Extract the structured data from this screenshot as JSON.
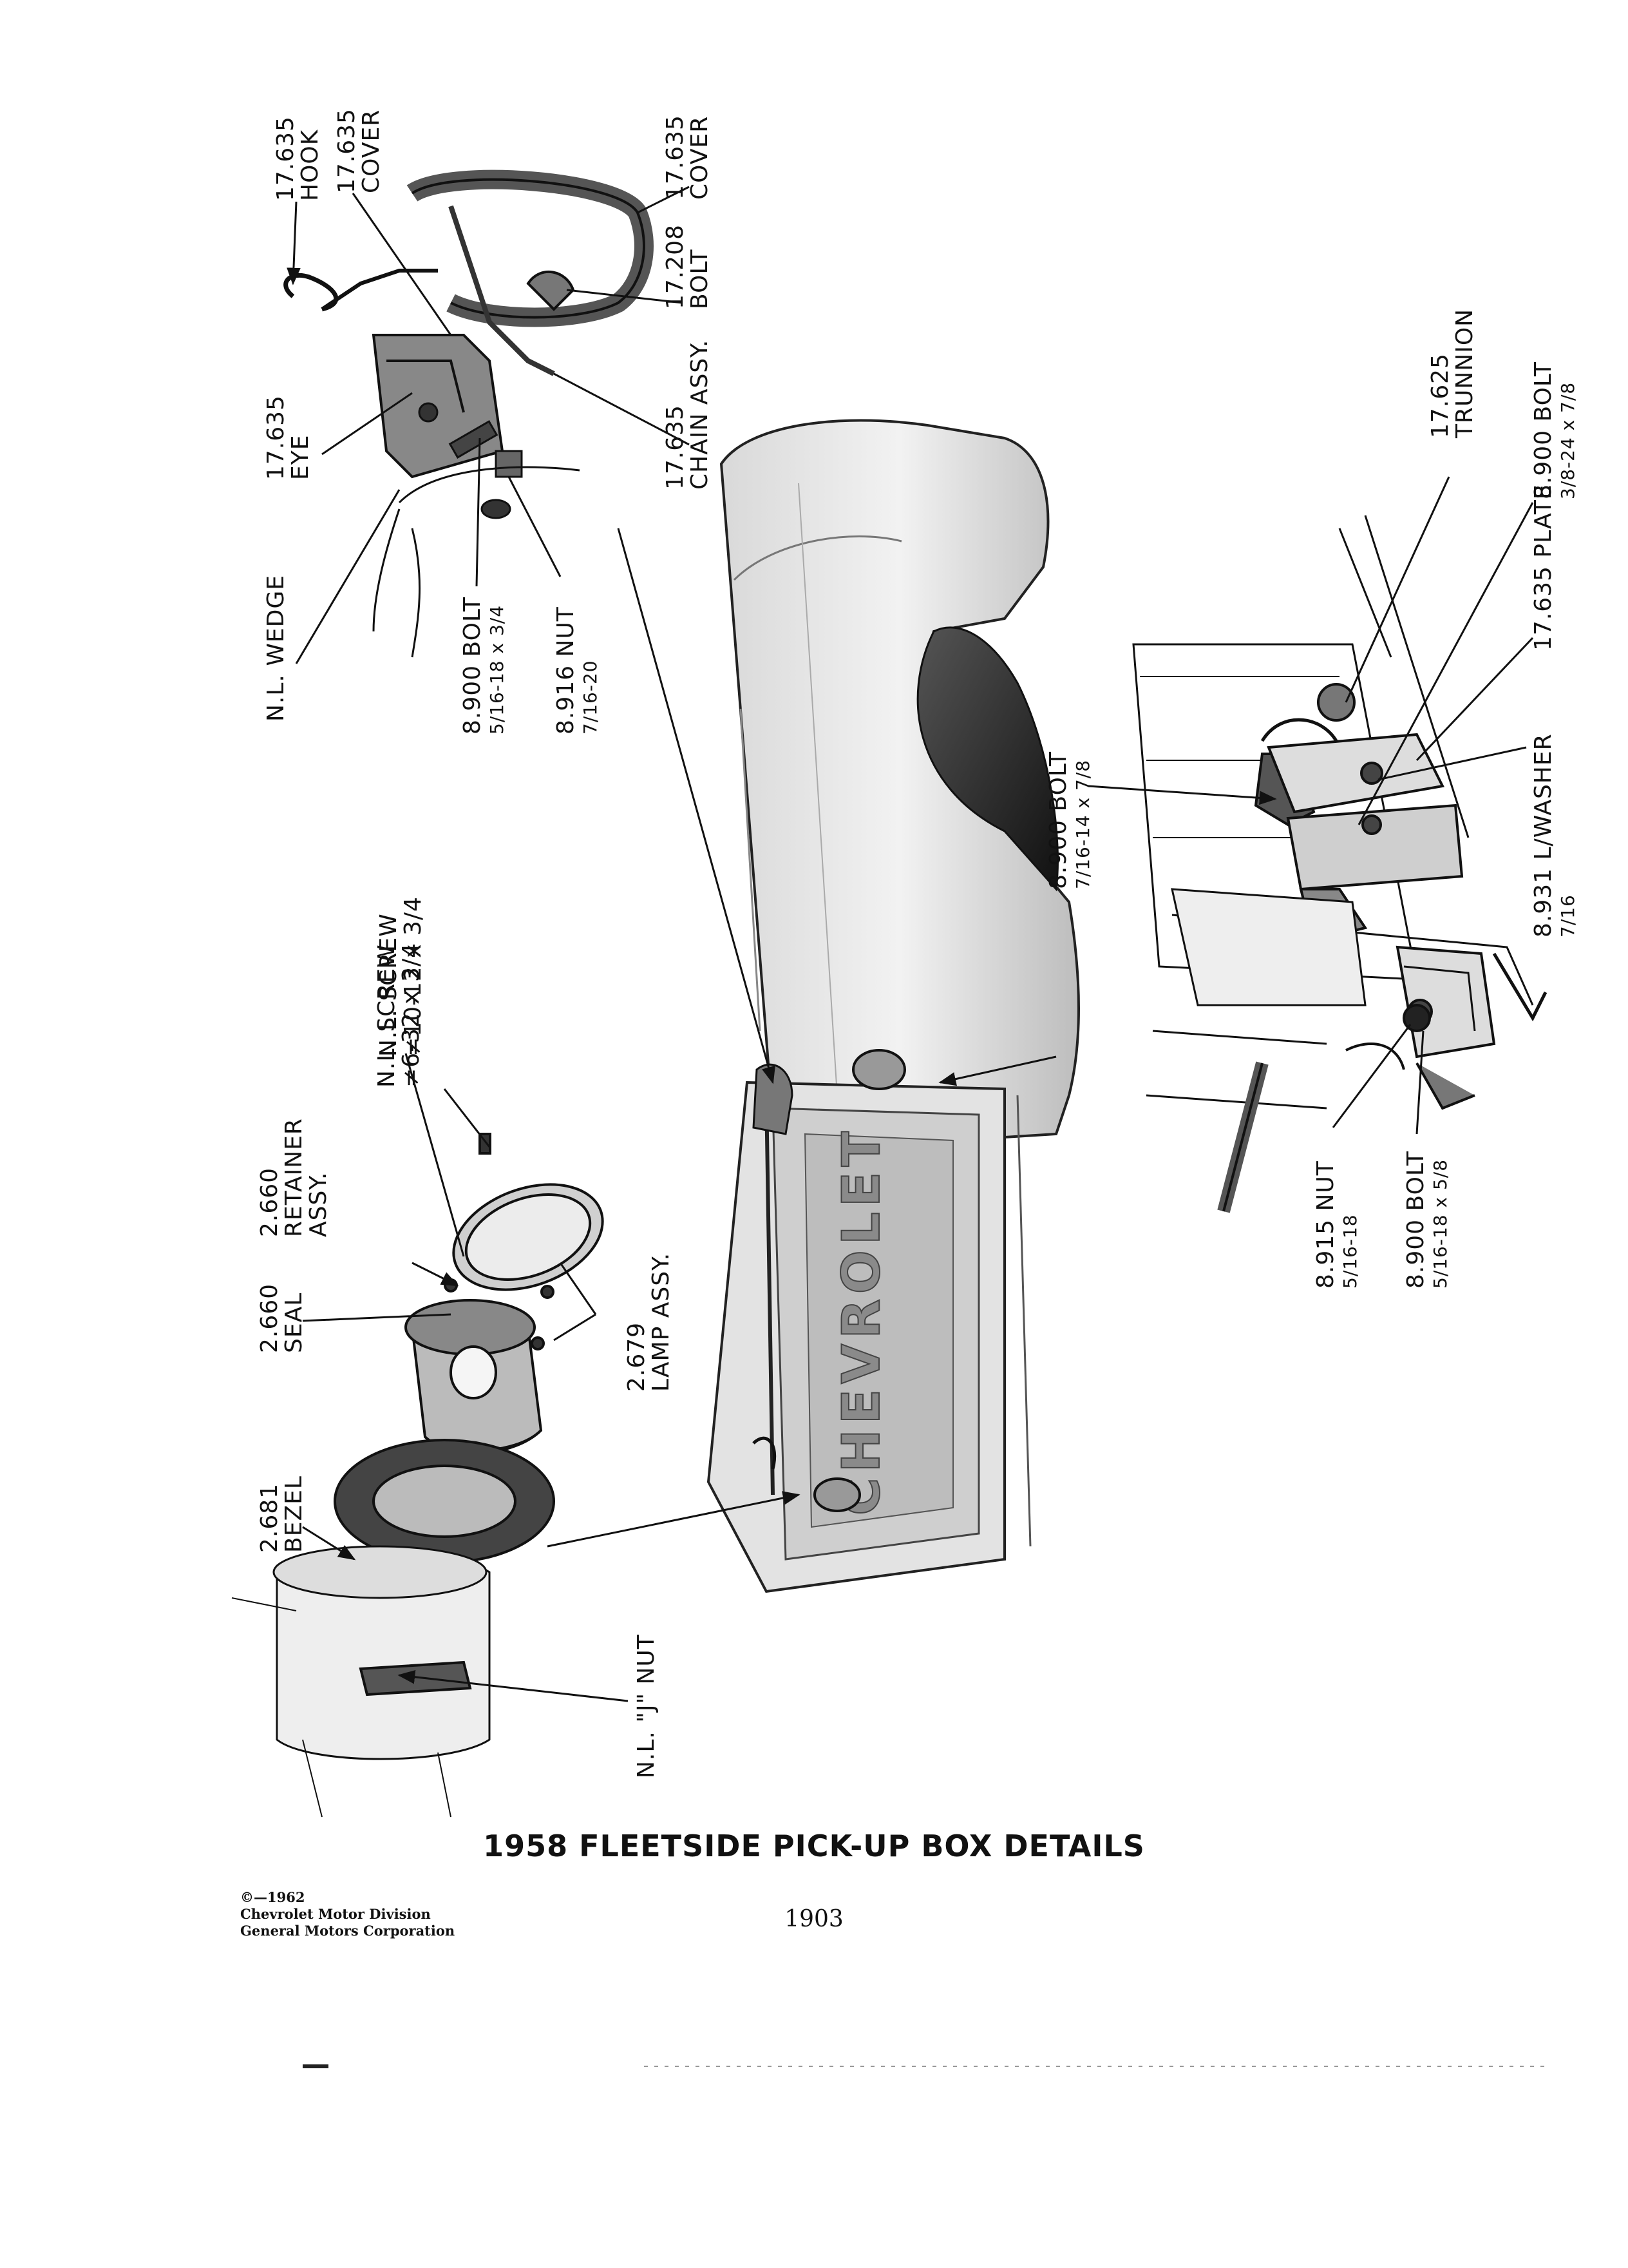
{
  "page_title": "1958 FLEETSIDE PICK-UP BOX DETAILS",
  "page_number": "1903",
  "copyright": [
    "©—1962",
    "Chevrolet Motor Division",
    "General Motors Corporation"
  ],
  "callouts": {
    "hook": [
      "17.635",
      "HOOK"
    ],
    "cover_inner": [
      "17.635",
      "COVER"
    ],
    "cover_outer": [
      "17.635",
      "COVER"
    ],
    "bolt_17208": [
      "17.208",
      "BOLT"
    ],
    "chain_assy": [
      "17.635",
      "CHAIN ASSY."
    ],
    "eye": [
      "17.635",
      "EYE"
    ],
    "wedge": [
      "N.L. WEDGE"
    ],
    "bolt_5_16": [
      "8.900 BOLT",
      "5/16-18 x 3/4"
    ],
    "nut_8916": [
      "8.916 NUT",
      "7/16-20"
    ],
    "trunnion": [
      "17.625",
      "TRUNNION"
    ],
    "bolt_3_8": [
      "8.900 BOLT",
      "3/8-24 x 7/8"
    ],
    "plate": [
      "17.635 PLATE"
    ],
    "washer": [
      "8.931 L/WASHER",
      "7/16"
    ],
    "bolt_7_16": [
      "8.900 BOLT",
      "7/16-14 x 7/8"
    ],
    "screw_10_12": [
      "N.L. SCREW",
      "≠10-12 x 3/4"
    ],
    "screw_6_32": [
      "N.L. SCREW",
      "≠6-32 x 3/4"
    ],
    "retainer": [
      "2.660",
      "RETAINER",
      "ASSY."
    ],
    "seal": [
      "2.660",
      "SEAL"
    ],
    "lamp_assy": [
      "2.679",
      "LAMP ASSY."
    ],
    "bezel": [
      "2.681",
      "BEZEL"
    ],
    "j_nut": [
      "N.L. \"J\" NUT"
    ],
    "nut_8915": [
      "8.915 NUT",
      "5/16-18"
    ],
    "bolt_5_16_5_8": [
      "8.900 BOLT",
      "5/16-18 x 5/8"
    ]
  }
}
